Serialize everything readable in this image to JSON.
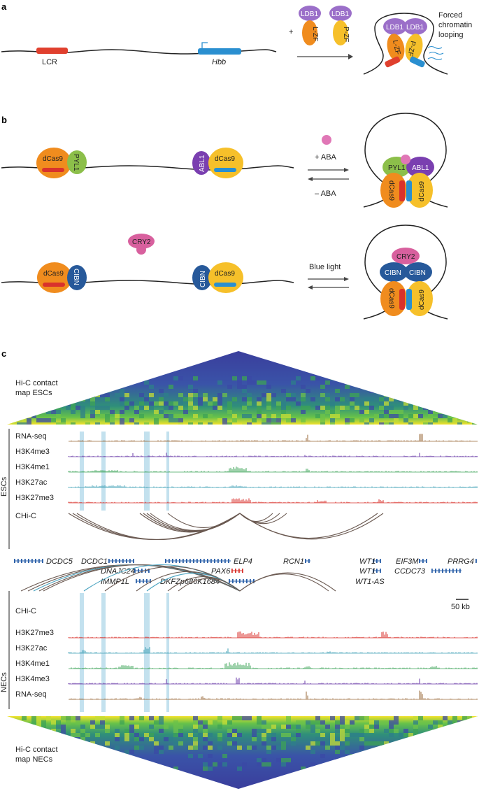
{
  "panel_a": {
    "label": "a",
    "lcr": "LCR",
    "hbb": "Hbb",
    "plus": "+",
    "ldb1": "LDB1",
    "lzf": "L-ZF",
    "pzf": "P-ZF",
    "result_caption_1": "Forced",
    "result_caption_2": "chromatin",
    "result_caption_3": "looping"
  },
  "panel_b": {
    "label": "b",
    "dcas9": "dCas9",
    "pyl1": "PYL1",
    "abl1": "ABL1",
    "cry2": "CRY2",
    "cibn": "CIBN",
    "plus_aba": "+ ABA",
    "minus_aba": "– ABA",
    "blue_light": "Blue light"
  },
  "panel_c": {
    "label": "c",
    "hic_esc_1": "Hi-C contact",
    "hic_esc_2": "map ESCs",
    "hic_nec_1": "Hi-C contact",
    "hic_nec_2": "map NECs",
    "escs": "ESCs",
    "necs": "NECs",
    "esc_tracks": [
      "RNA-seq",
      "H3K4me3",
      "H3K4me1",
      "H3K27ac",
      "H3K27me3"
    ],
    "nec_tracks": [
      "H3K27me3",
      "H3K27ac",
      "H3K4me1",
      "H3K4me3",
      "RNA-seq"
    ],
    "chic": "CHi-C",
    "scale": "50 kb",
    "genes": {
      "dcdc5": "DCDC5",
      "dcdc1": "DCDC1",
      "dnajc24": "DNAJC24",
      "immp1l": "IMMP1L",
      "elp4": "ELP4",
      "pax6": "PAX6",
      "dkfzp": "DKFZp686K1684",
      "rcn1": "RCN1",
      "wt1_a": "WT1",
      "wt1_b": "WT1",
      "wt1as": "WT1-AS",
      "eif3m": "EIF3M",
      "ccdc73": "CCDC73",
      "prrg4": "PRRG4"
    }
  },
  "colors": {
    "lcr": "#e0402e",
    "hbb": "#2a8fd0",
    "ldb1": "#9b6fc9",
    "lzf": "#f08c1e",
    "pzf": "#f6c02a",
    "dcas9_orange": "#f08c1e",
    "dcas9_yellow": "#f6c02a",
    "pyl1": "#8cbf4a",
    "abl1": "#7a3fb0",
    "cry2": "#d8609e",
    "cibn": "#27599a",
    "aba": "#e077b6",
    "rna": "#9a6a3a",
    "h3k4me3": "#6a3aa8",
    "h3k4me1": "#3fa55a",
    "h3k27ac": "#3e9fb4",
    "h3k27me3": "#d9322c",
    "gene": "#2a5fa8",
    "highlight": "#b9dcec"
  }
}
